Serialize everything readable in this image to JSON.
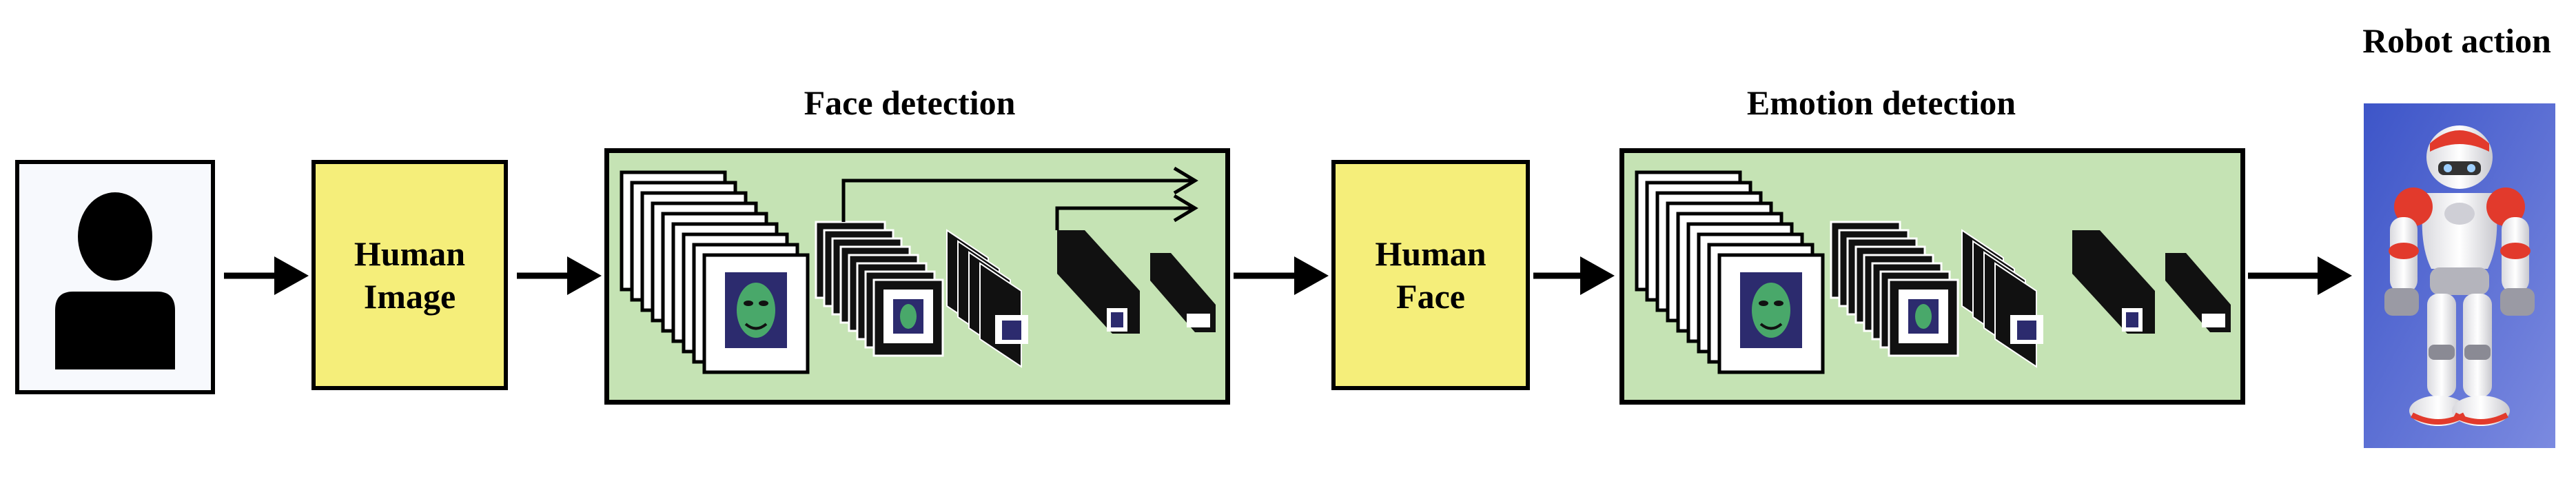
{
  "labels": {
    "face_detection": "Face detection",
    "emotion_detection": "Emotion detection",
    "robot_action": "Robot action"
  },
  "boxes": {
    "human_image": [
      "Human",
      "Image"
    ],
    "human_face": [
      "Human",
      "Face"
    ]
  },
  "icons": {
    "person": "person-silhouette-icon",
    "face": "face-thumbnail-icon",
    "robot": "humanoid-robot-icon",
    "arrow": "right-arrow-icon"
  },
  "colors": {
    "box_fill": "#f5ee7a",
    "panel_fill": "#c5e3b4",
    "stroke": "#000000",
    "robot_accent": "#e23a2c",
    "backdrop": "#4d5fc2"
  }
}
